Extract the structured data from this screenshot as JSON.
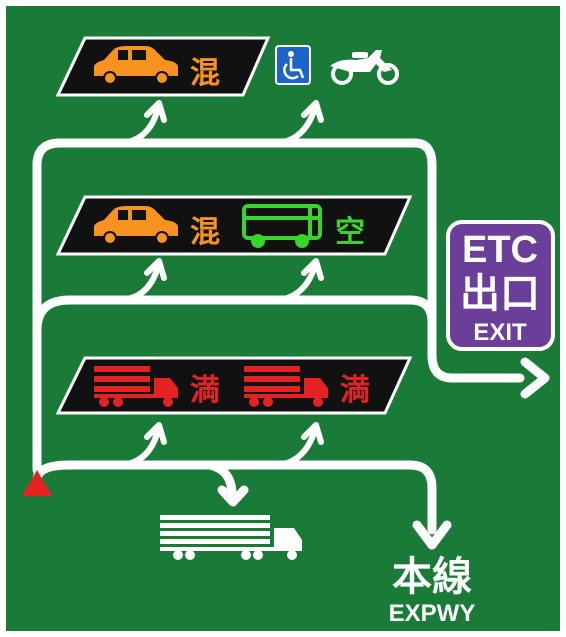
{
  "colors": {
    "sign_green": "#1a7a37",
    "white": "#ffffff",
    "panel_black": "#111111",
    "orange": "#f7931e",
    "led_green": "#39d42c",
    "red": "#e52222",
    "etc_purple": "#6b3e9a",
    "accessible_blue": "#1e64c8"
  },
  "lanes": [
    {
      "id": "top",
      "icons": [
        "car-icon"
      ],
      "statuses": [
        {
          "text": "混",
          "color": "#f7931e"
        }
      ],
      "extras": [
        "wheelchair-icon",
        "motorcycle-icon"
      ]
    },
    {
      "id": "middle",
      "icons": [
        "car-icon",
        "bus-icon"
      ],
      "statuses": [
        {
          "text": "混",
          "color": "#f7931e"
        },
        {
          "text": "空",
          "color": "#39d42c"
        }
      ]
    },
    {
      "id": "bottom",
      "icons": [
        "truck-icon",
        "truck-icon"
      ],
      "statuses": [
        {
          "text": "満",
          "color": "#e52222"
        },
        {
          "text": "満",
          "color": "#e52222"
        }
      ]
    }
  ],
  "etc_exit": {
    "line1": "ETC",
    "line2": "出口",
    "line3": "EXIT"
  },
  "mainline": {
    "kanji": "本線",
    "english": "EXPWY"
  },
  "trailer_truck_icon": "trailer-truck-icon",
  "position_marker_icon": "red-triangle-icon"
}
